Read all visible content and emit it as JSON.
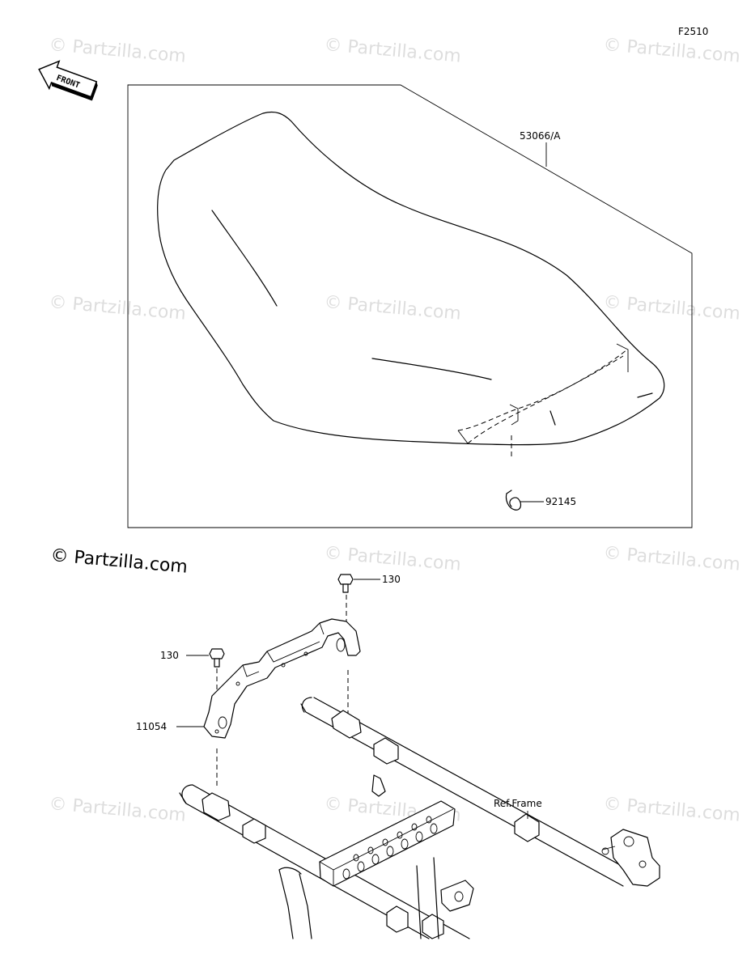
{
  "diagram_id": "F2510",
  "front_label": "FRONT",
  "copyright_label": "© Partzilla.com",
  "watermark_text": "© Partzilla.com",
  "parts": {
    "seat": "53066/A",
    "spring": "92145",
    "bolt_top": "130",
    "bolt_left": "130",
    "bracket": "11054",
    "frame_ref": "Ref.Frame"
  }
}
